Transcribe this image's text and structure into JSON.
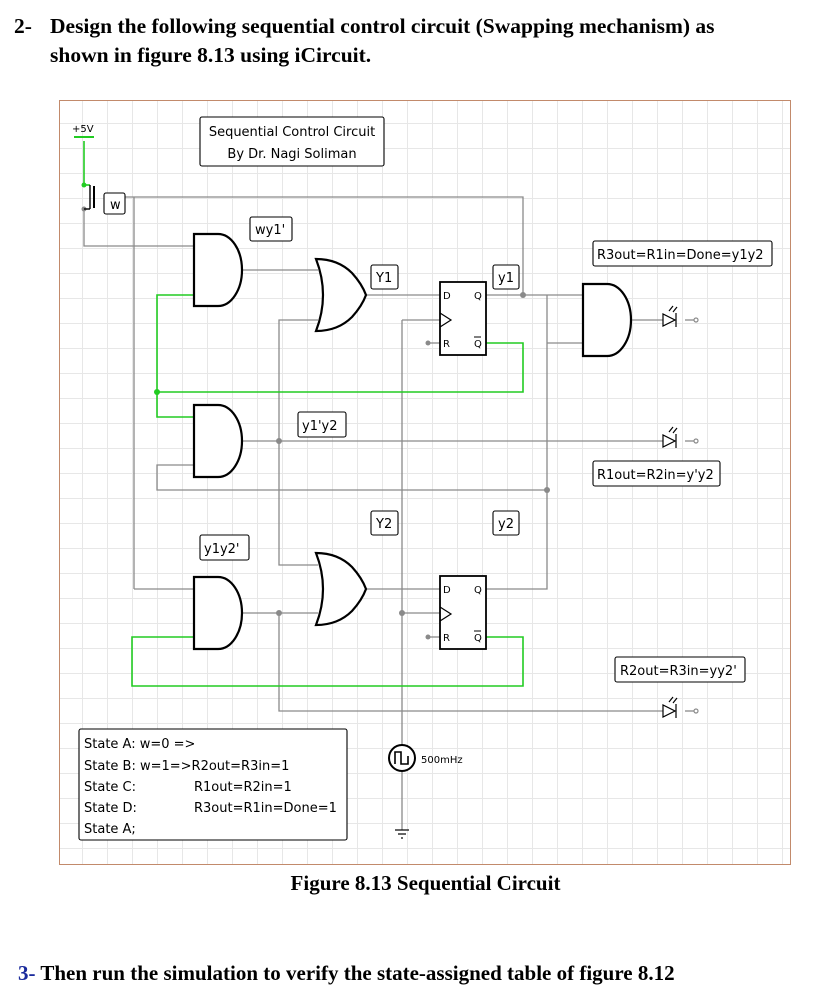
{
  "question2": {
    "number": "2-",
    "line1": "Design the following sequential control circuit (Swapping mechanism) as",
    "line2": "shown in figure 8.13 using iCircuit."
  },
  "circuit": {
    "supply_label": "+5V",
    "switch_label": "w",
    "title_line1": "Sequential Control Circuit",
    "title_line2": "By Dr. Nagi Soliman",
    "label_wy1": "wy1'",
    "label_Y1": "Y1",
    "label_y1": "y1",
    "label_r3out": "R3out=R1in=Done=y1y2",
    "label_y1y2": "y1'y2",
    "label_r1out": "R1out=R2in=y'y2",
    "label_Y2": "Y2",
    "label_y2": "y2",
    "label_y1y2p": "y1y2'",
    "label_r2out": "R2out=R3in=yy2'",
    "clock_label": "500mHz",
    "ff_D": "D",
    "ff_Q": "Q",
    "ff_R": "R",
    "states": {
      "a": "State A:  w=0 =>",
      "b": "State B:  w=1=>R2out=R3in=1",
      "c": "State C:",
      "c_val": "R1out=R2in=1",
      "d": "State D:",
      "d_val": "R3out=R1in=Done=1",
      "a2": "State A;"
    },
    "colors": {
      "active_wire": "#22cc22",
      "wire": "#8a8a8a",
      "gate": "#000000"
    }
  },
  "caption": "Figure 8.13 Sequential Circuit",
  "question3": {
    "number": "3-",
    "text": " Then run the simulation to verify the state-assigned table of figure 8.12"
  }
}
